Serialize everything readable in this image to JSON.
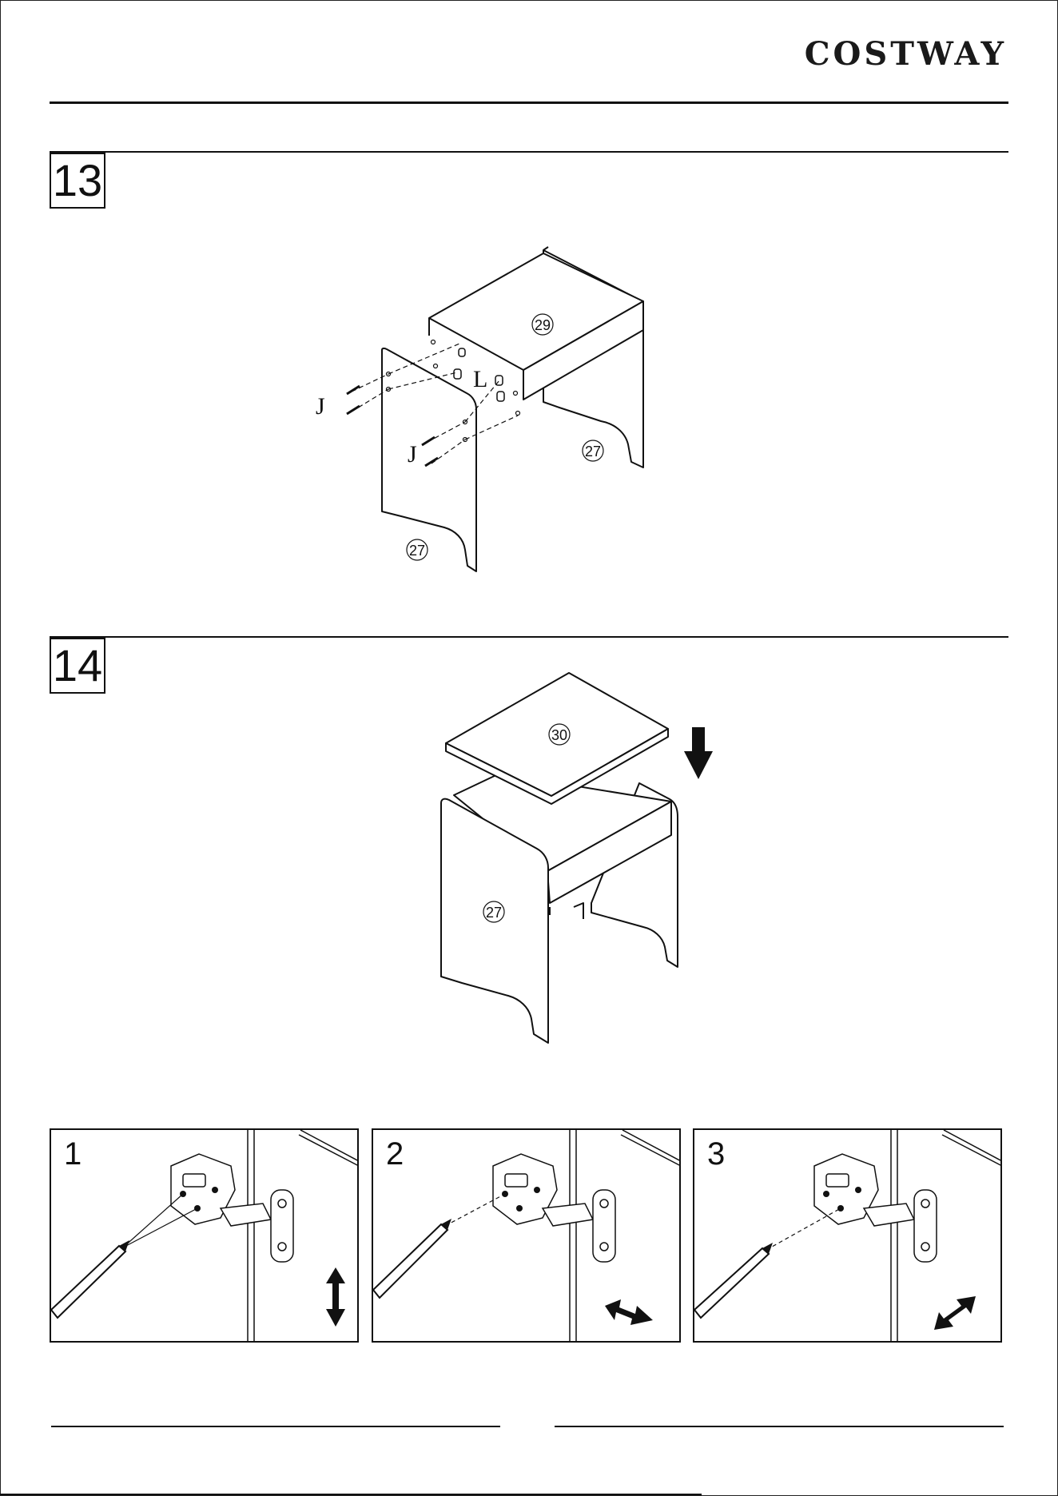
{
  "header": {
    "brand": "COSTWAY"
  },
  "steps": [
    {
      "number": "13",
      "labels": {
        "top_panel": "29",
        "side_panel_back": "27",
        "side_panel_front": "27",
        "screw_left": "J",
        "screw_mid": "J",
        "dowel": "L"
      }
    },
    {
      "number": "14",
      "labels": {
        "top_board": "30",
        "side_panel": "27"
      }
    }
  ],
  "hinge_panels": [
    {
      "number": "1",
      "arrow_direction": "vertical"
    },
    {
      "number": "2",
      "arrow_direction": "horizontal"
    },
    {
      "number": "3",
      "arrow_direction": "depth"
    }
  ]
}
